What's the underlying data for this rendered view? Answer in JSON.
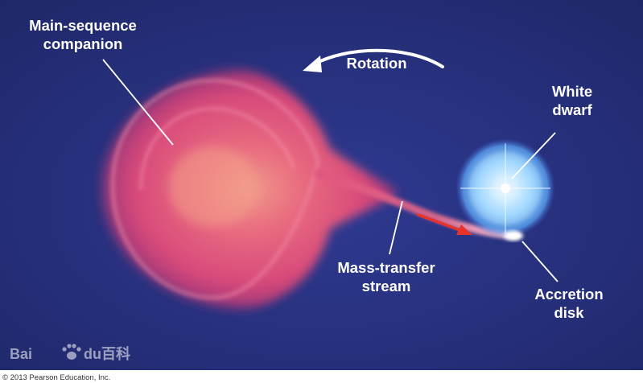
{
  "labels": {
    "companion_line1": "Main-sequence",
    "companion_line2": "companion",
    "rotation": "Rotation",
    "white_dwarf_line1": "White",
    "white_dwarf_line2": "dwarf",
    "stream_line1": "Mass-transfer",
    "stream_line2": "stream",
    "accretion_line1": "Accretion",
    "accretion_line2": "disk"
  },
  "watermark": {
    "brand_latin": "Bai",
    "brand_latin2": "du",
    "brand_cn": "百科"
  },
  "copyright": "© 2013 Pearson Education, Inc.",
  "icons": {
    "watermark_paw": "paw-icon",
    "rotation_arrow": "curved-arrow-icon",
    "flow_arrow": "red-arrow-icon"
  },
  "colors": {
    "background": "#27307e",
    "companion_star": "#e0557e",
    "white_dwarf_glow": "#8fc8ff",
    "flow_arrow": "#e8322a",
    "label_text": "#ffffff"
  }
}
